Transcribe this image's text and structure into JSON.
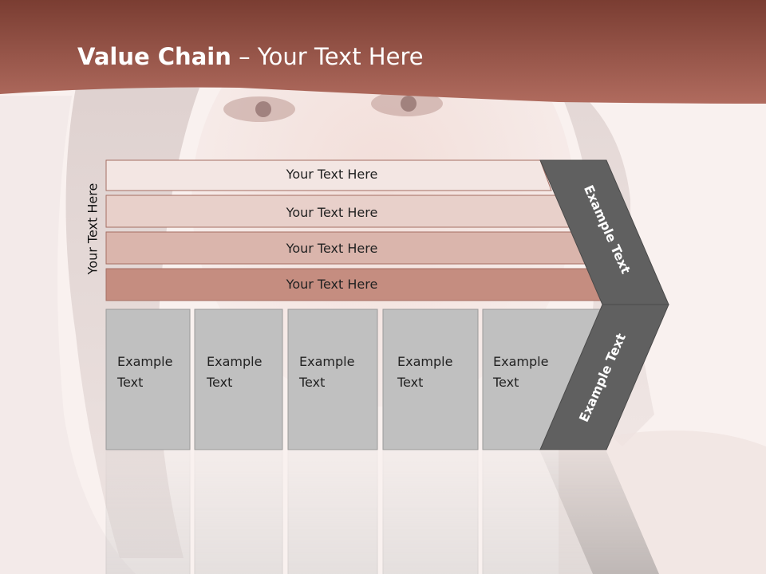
{
  "title": {
    "bold": "Value Chain",
    "rest": " – Your Text Here"
  },
  "side_label": "Your Text Here",
  "support_rows": [
    {
      "label": "Your Text Here",
      "fill": "#f3e6e3"
    },
    {
      "label": "Your Text Here",
      "fill": "#e8d0ca"
    },
    {
      "label": "Your Text Here",
      "fill": "#dab5ac"
    },
    {
      "label": "Your Text Here",
      "fill": "#c58d80"
    }
  ],
  "primary_cells": [
    {
      "line1": "Example",
      "line2": "Text"
    },
    {
      "line1": "Example",
      "line2": "Text"
    },
    {
      "line1": "Example",
      "line2": "Text"
    },
    {
      "line1": "Example",
      "line2": "Text"
    },
    {
      "line1": "Example",
      "line2": "Text"
    }
  ],
  "chevron_top_label": "Example Text",
  "chevron_bottom_label": "Example Text",
  "colors": {
    "header": "#9a5a4e",
    "cell_fill": "#c0c0c0",
    "cell_stroke": "#9a9a9a",
    "chevron": "#606060",
    "row_stroke": "#a56e63"
  }
}
